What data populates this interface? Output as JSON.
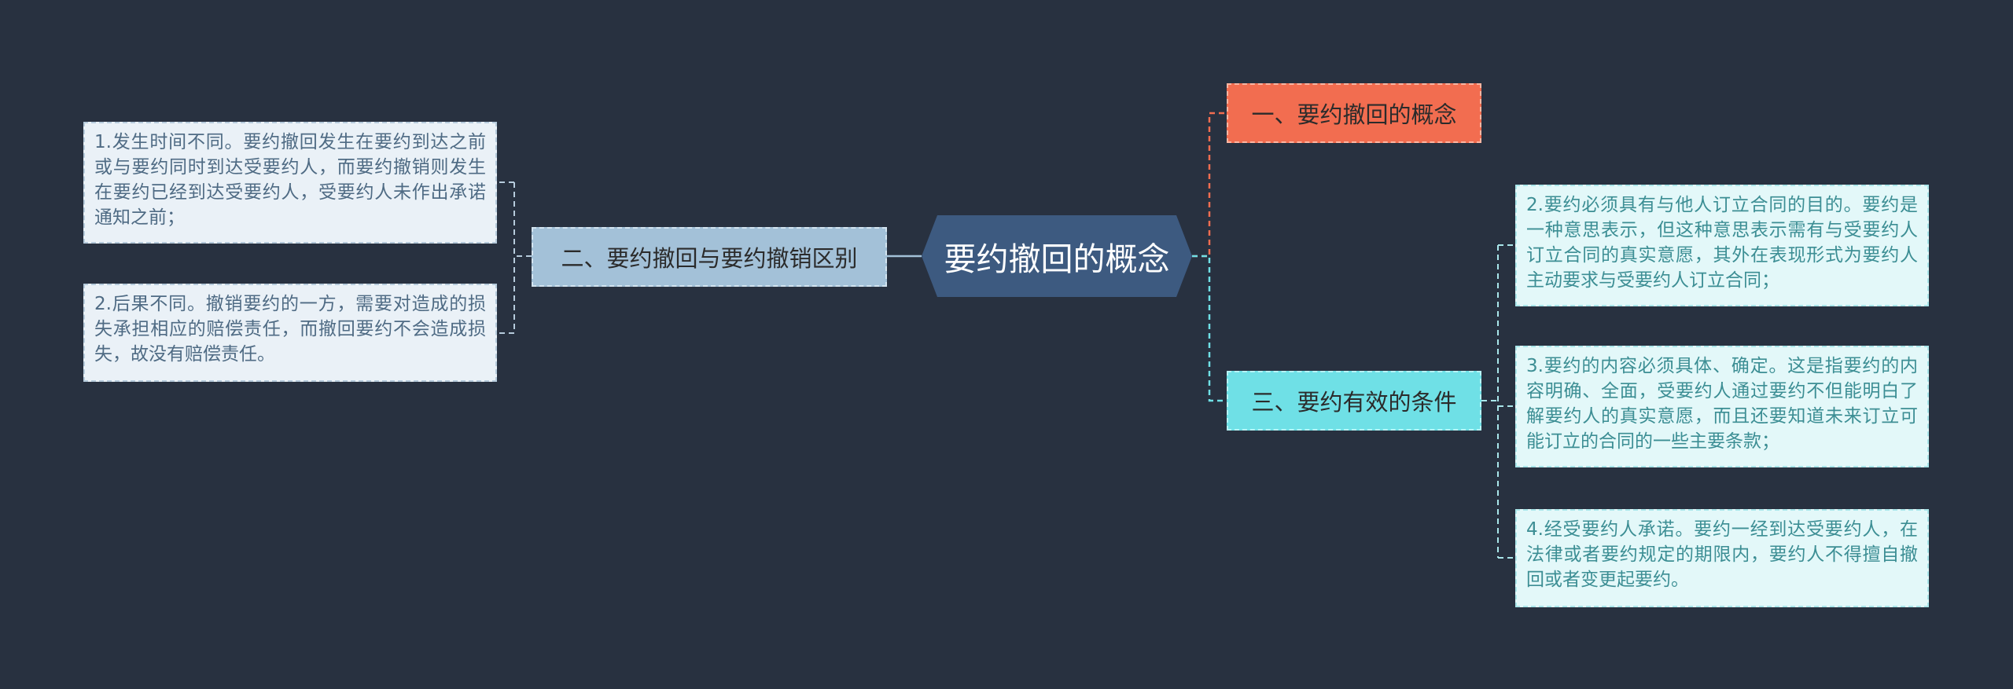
{
  "colors": {
    "background": "#283140",
    "root": "#3d5a80",
    "concept_branch": "#f26d50",
    "difference_branch": "#a3c1d8",
    "conditions_branch": "#6fe0e6"
  },
  "root": {
    "label": "要约撤回的概念"
  },
  "branches": {
    "concept": {
      "label": "一、要约撤回的概念"
    },
    "difference": {
      "label": "二、要约撤回与要约撤销区别",
      "items": [
        "1.发生时间不同。要约撤回发生在要约到达之前或与要约同时到达受要约人，而要约撤销则发生在要约已经到达受要约人，受要约人未作出承诺通知之前；",
        "2.后果不同。撤销要约的一方，需要对造成的损失承担相应的赔偿责任，而撤回要约不会造成损失，故没有赔偿责任。"
      ]
    },
    "conditions": {
      "label": "三、要约有效的条件",
      "items": [
        "2.要约必须具有与他人订立合同的目的。要约是一种意思表示，但这种意思表示需有与受要约人订立合同的真实意愿，其外在表现形式为要约人主动要求与受要约人订立合同；",
        "3.要约的内容必须具体、确定。这是指要约的内容明确、全面，受要约人通过要约不但能明白了解要约人的真实意愿，而且还要知道未来订立可能订立的合同的一些主要条款；",
        "4.经受要约人承诺。要约一经到达受要约人，在法律或者要约规定的期限内，要约人不得擅自撤回或者变更起要约。"
      ]
    }
  }
}
